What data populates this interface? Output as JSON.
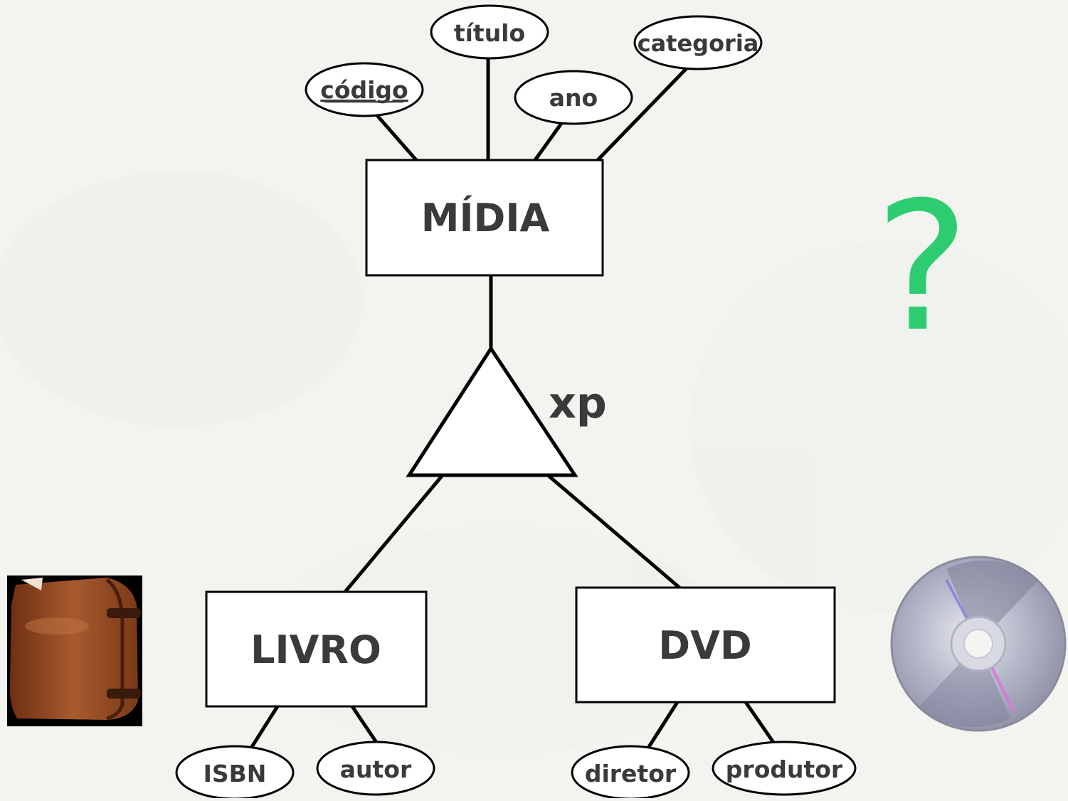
{
  "entities": {
    "midia": "MÍDIA",
    "livro": "LIVRO",
    "dvd": "DVD"
  },
  "attributes": {
    "codigo": "código",
    "titulo": "título",
    "ano": "ano",
    "categoria": "categoria",
    "isbn": "ISBN",
    "autor": "autor",
    "diretor": "diretor",
    "produtor": "produtor"
  },
  "specialization": {
    "label": "xp"
  },
  "question_mark": "?",
  "icons": {
    "book": "book-icon",
    "disc": "dvd-disc-icon"
  },
  "colors": {
    "question_mark": "#2ecc71",
    "book": "#9c4f25",
    "disc": "#b8b9c8"
  }
}
